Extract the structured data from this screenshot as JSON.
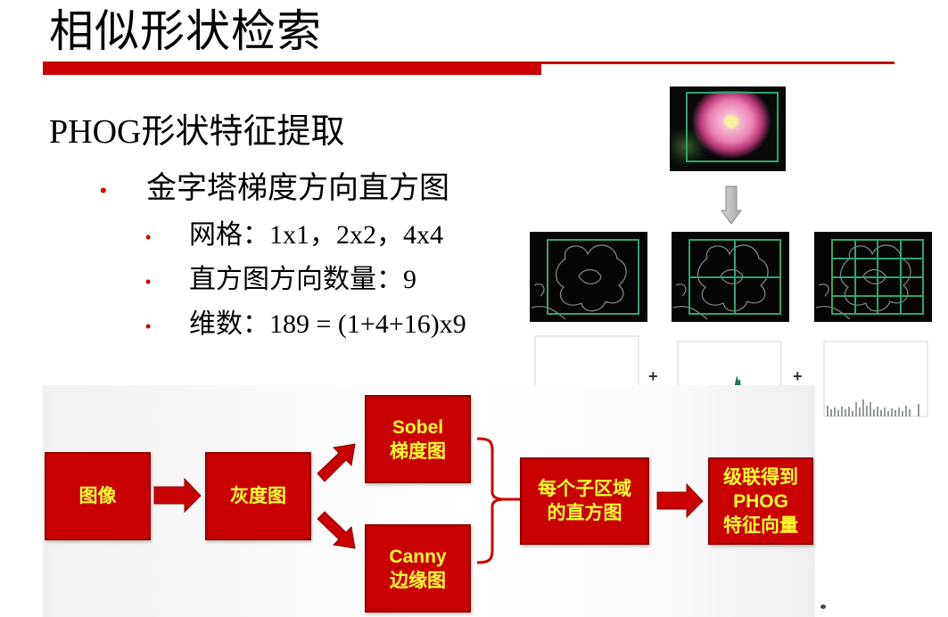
{
  "slide": {
    "title": "相似形状检索",
    "accent_color": "#cc0000",
    "heading": "PHOG形状特征提取",
    "bullets": [
      {
        "text": "金字塔梯度方向直方图",
        "sub": [
          {
            "text": "网格：1x1，2x2，4x4"
          },
          {
            "text": "直方图方向数量：9"
          },
          {
            "text": "维数：189 = (1+4+16)x9"
          }
        ]
      }
    ]
  },
  "figure": {
    "photo_icon": "lotus-photo",
    "arrow_icon": "down-arrow-icon",
    "grid_levels": [
      "1x1",
      "2x2",
      "4x4"
    ],
    "grid_color": "#2fa56b",
    "plus_sign": "+",
    "histogram_color": "#1f7a5a"
  },
  "flowchart": {
    "box_color": "#c80000",
    "text_color": "#ffff33",
    "nodes": {
      "image": [
        "图像"
      ],
      "gray": [
        "灰度图"
      ],
      "sobel": [
        "Sobel",
        "梯度图"
      ],
      "canny": [
        "Canny",
        "边缘图"
      ],
      "subregion": [
        "每个子区域",
        "的直方图"
      ],
      "phog": [
        "级联得到",
        "PHOG",
        "特征向量"
      ]
    }
  }
}
